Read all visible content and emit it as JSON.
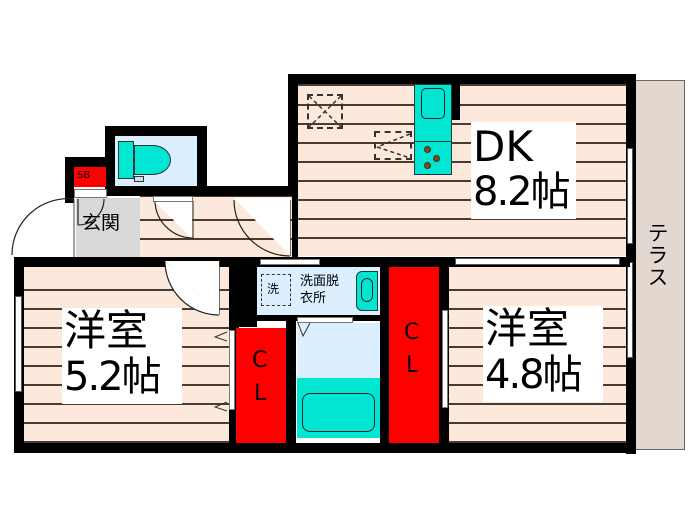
{
  "floorplan": {
    "rooms": {
      "dk": {
        "name": "DK",
        "size": "8.2帖"
      },
      "western_left": {
        "name": "洋室",
        "size": "5.2帖"
      },
      "western_right": {
        "name": "洋室",
        "size": "4.8帖"
      },
      "entrance": {
        "name": "玄関"
      },
      "washroom": {
        "name_line1": "洗面脱",
        "name_line2": "衣所",
        "washer_mark": "洗"
      },
      "terrace": {
        "name": "テラス"
      },
      "shoebox": {
        "name": "SB"
      },
      "closet_left": {
        "line1": "C",
        "line2": "L"
      },
      "closet_right": {
        "line1": "C",
        "line2": "L"
      }
    },
    "colors": {
      "wall": "#000000",
      "floor": "#fde9dc",
      "closet": "#ff0000",
      "fixture": "#00e6d2",
      "wet_area": "#dcefff",
      "entrance": "#d9d9d9",
      "terrace": "#e2d8cf"
    }
  }
}
